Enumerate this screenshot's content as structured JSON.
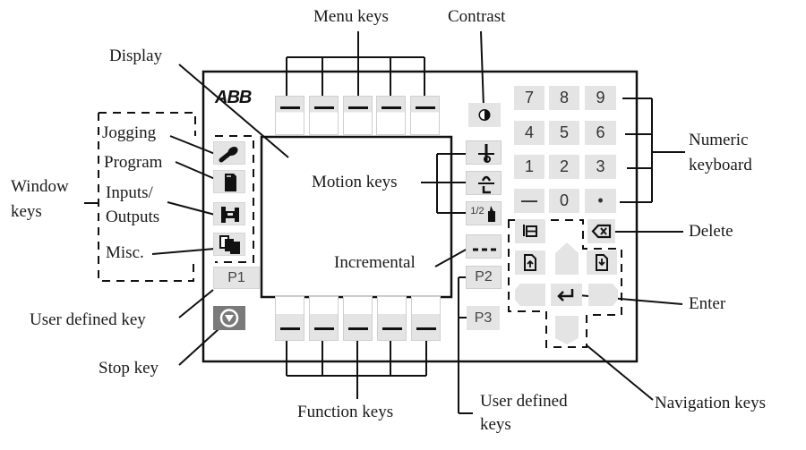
{
  "diagram": {
    "title": "ABB teach pendant keypad layout",
    "logo": "ABB",
    "labels": {
      "menu_keys": "Menu keys",
      "contrast": "Contrast",
      "display": "Display",
      "jogging": "Jogging",
      "program": "Program",
      "window_keys_line1": "Window",
      "window_keys_line2": "keys",
      "inputs_outputs_line1": "Inputs/",
      "inputs_outputs_line2": "Outputs",
      "misc": "Misc.",
      "motion_keys": "Motion keys",
      "incremental": "Incremental",
      "numeric_keyboard_line1": "Numeric",
      "numeric_keyboard_line2": "keyboard",
      "delete": "Delete",
      "enter": "Enter",
      "user_defined_key": "User defined key",
      "stop_key": "Stop key",
      "function_keys": "Function keys",
      "user_defined_keys_line1": "User defined",
      "user_defined_keys_line2": "keys",
      "navigation_keys": "Navigation keys"
    },
    "keys": {
      "p1": "P1",
      "p2": "P2",
      "p3": "P3",
      "numeric": [
        "7",
        "8",
        "9",
        "4",
        "5",
        "6",
        "1",
        "2",
        "3",
        "—",
        "0",
        "•"
      ],
      "half": "1/2"
    },
    "colors": {
      "key_fill": "#e4e4e4",
      "stop_key_fill": "#7a7a7a",
      "line": "#111111"
    }
  }
}
